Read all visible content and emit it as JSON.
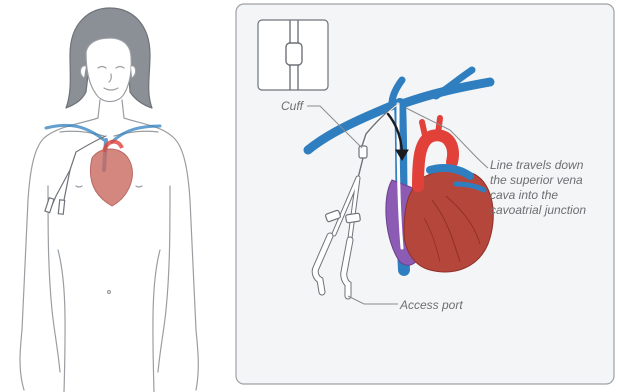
{
  "labels": {
    "cuff": "Cuff",
    "line_description": [
      "Line travels down",
      "the superior vena",
      "cava into the",
      "cavoatrial junction"
    ],
    "access_port": "Access port"
  },
  "colors": {
    "background": "#ffffff",
    "panel_bg": "#f4f5f6",
    "panel_border": "#9ea1a5",
    "outline": "#8f9296",
    "vein_blue": "#2f7fc0",
    "artery_red": "#e2413a",
    "heart_muscle": "#b5463c",
    "atrium_purple": "#8c5bb4",
    "leader_line": "#8a8c8f",
    "label_text": "#6d6e71"
  },
  "icons": {
    "child_figure": "child-illustration-icon",
    "heart": "heart-illustration-icon",
    "catheter": "central-line-catheter-icon",
    "cuff_inset": "cuff-detail-icon"
  }
}
